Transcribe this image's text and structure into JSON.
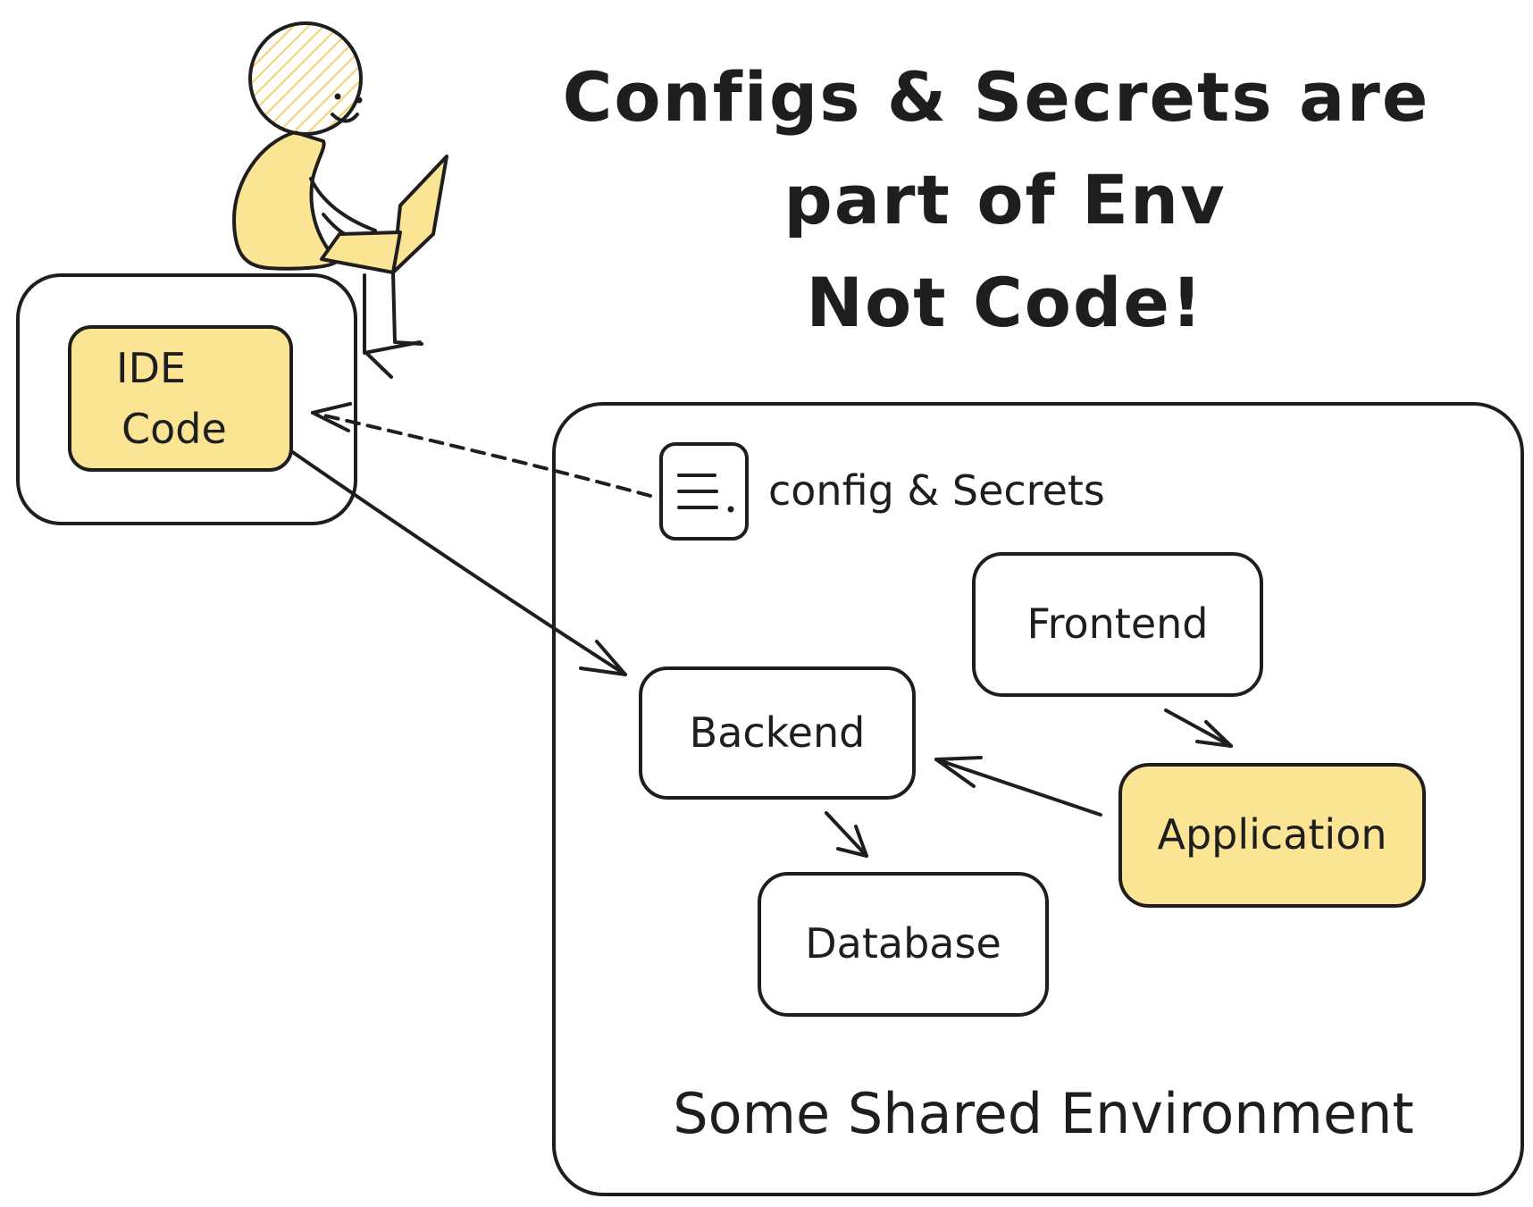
{
  "title": {
    "line1": "Configs & Secrets are",
    "line2": "part of Env",
    "line3": "Not Code!"
  },
  "ide_box": {
    "line1": "IDE",
    "line2": "Code"
  },
  "environment": {
    "label": "Some Shared Environment",
    "config_label": "config & Secrets",
    "nodes": {
      "frontend": "Frontend",
      "backend": "Backend",
      "application": "Application",
      "database": "Database"
    }
  },
  "icons": {
    "config": "document-lines-icon",
    "person": "developer-person-icon"
  },
  "colors": {
    "highlight": "#fbe493",
    "ink": "#1e1e1e",
    "background": "#ffffff"
  }
}
